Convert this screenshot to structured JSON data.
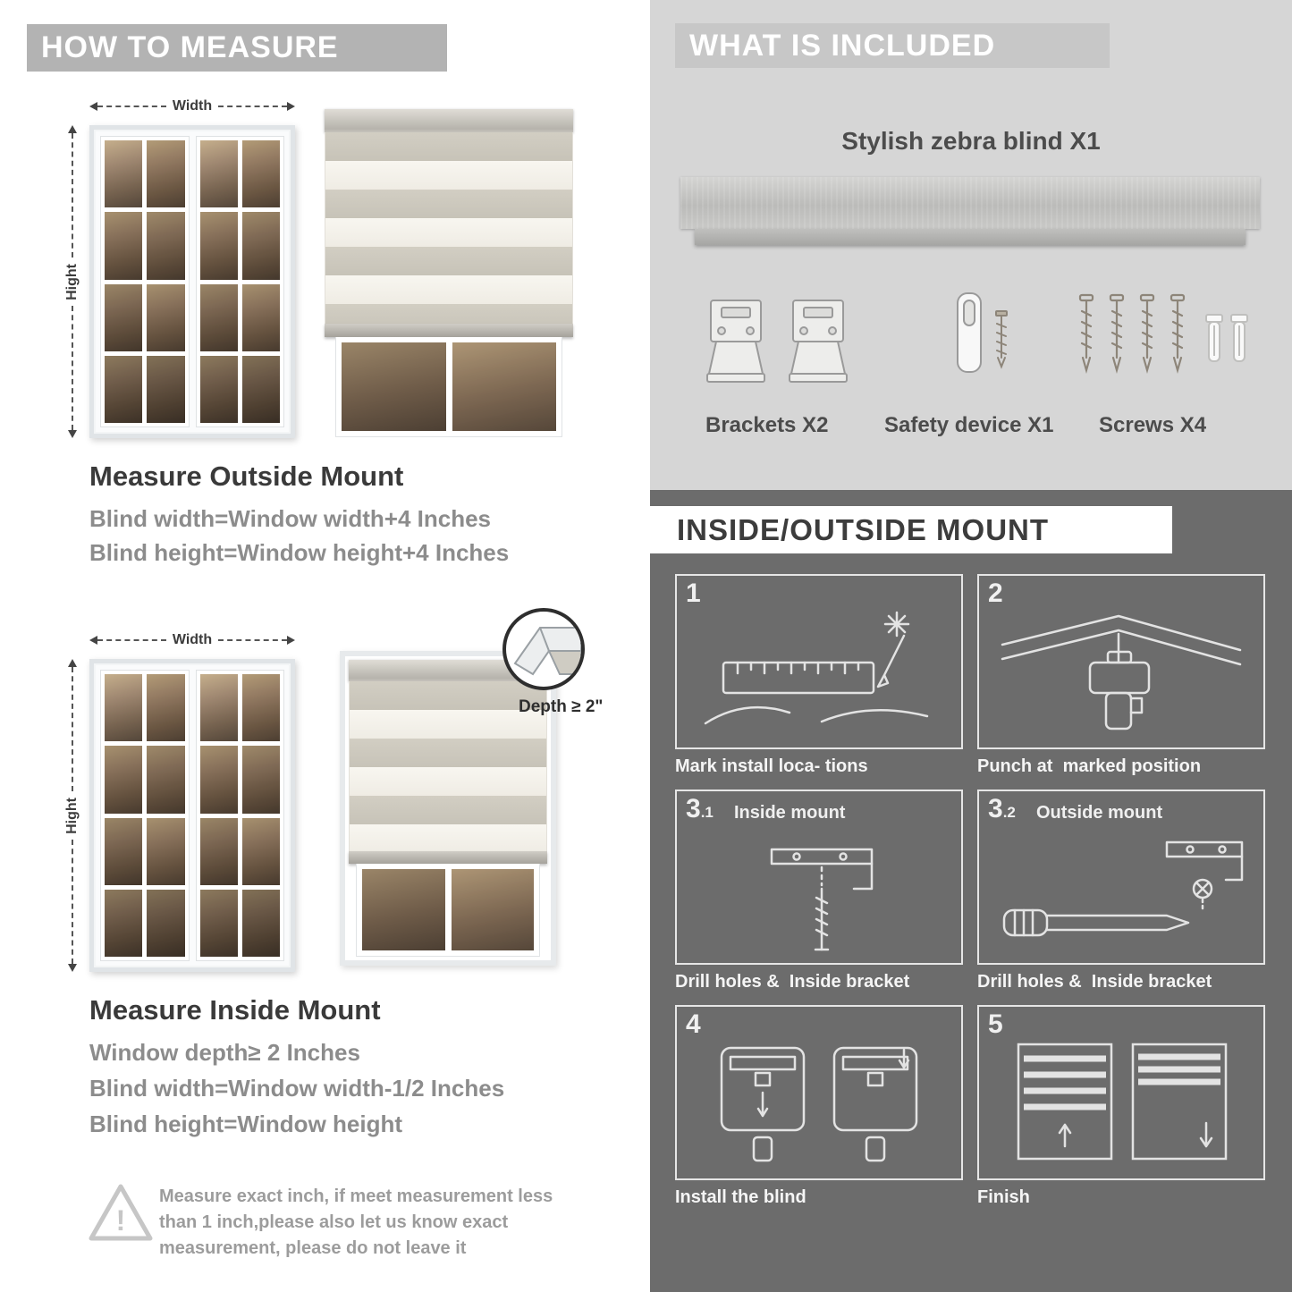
{
  "left": {
    "header": "HOW TO MEASURE",
    "outside": {
      "width_label": "Width",
      "height_label": "Hight",
      "heading": "Measure Outside Mount",
      "lines": [
        "Blind width=Window width+4 Inches",
        "Blind height=Window height+4 Inches"
      ]
    },
    "inside": {
      "width_label": "Width",
      "height_label": "Hight",
      "depth_callout": "Depth ≥ 2\"",
      "heading": "Measure Inside Mount",
      "lines": [
        "Window depth≥ 2 Inches",
        "Blind width=Window width-1/2 Inches",
        "Blind height=Window height"
      ]
    },
    "warning": {
      "icon": "warning-triangle-icon",
      "text": "Measure exact inch, if meet measurement less than 1 inch,please also let us know exact measurement, please do not leave it"
    }
  },
  "right": {
    "included": {
      "header": "WHAT IS INCLUDED",
      "product_label": "Stylish zebra blind X1",
      "parts": [
        {
          "label": "Brackets X2",
          "icon": "bracket-icon"
        },
        {
          "label": "Safety device X1",
          "icon": "safety-device-icon"
        },
        {
          "label": "Screws X4",
          "icon": "screw-icon"
        }
      ]
    },
    "mount": {
      "header": "INSIDE/OUTSIDE MOUNT",
      "steps": [
        {
          "num": "1",
          "num_sub": "",
          "title": "",
          "caption": "Mark install loca- tions",
          "icon": "measure-mark-icon"
        },
        {
          "num": "2",
          "num_sub": "",
          "title": "",
          "caption": "Punch at  marked position",
          "icon": "drill-icon"
        },
        {
          "num": "3",
          "num_sub": ".1",
          "title": "Inside mount",
          "caption": "Drill holes &  Inside bracket",
          "icon": "bracket-screw-icon"
        },
        {
          "num": "3",
          "num_sub": ".2",
          "title": "Outside mount",
          "caption": "Drill holes &  Inside bracket",
          "icon": "bracket-screwdriver-icon"
        },
        {
          "num": "4",
          "num_sub": "",
          "title": "",
          "caption": "Install the blind",
          "icon": "install-blind-icon"
        },
        {
          "num": "5",
          "num_sub": "",
          "title": "",
          "caption": "Finish",
          "icon": "finished-blind-icon"
        }
      ]
    }
  },
  "colors": {
    "banner_gray": "#b3b3b3",
    "included_bg": "#d6d6d6",
    "included_banner": "#c7c7c7",
    "dark_bg": "#6c6c6c",
    "text_dark": "#3a3a3a",
    "text_gray": "#8c8c8c"
  }
}
